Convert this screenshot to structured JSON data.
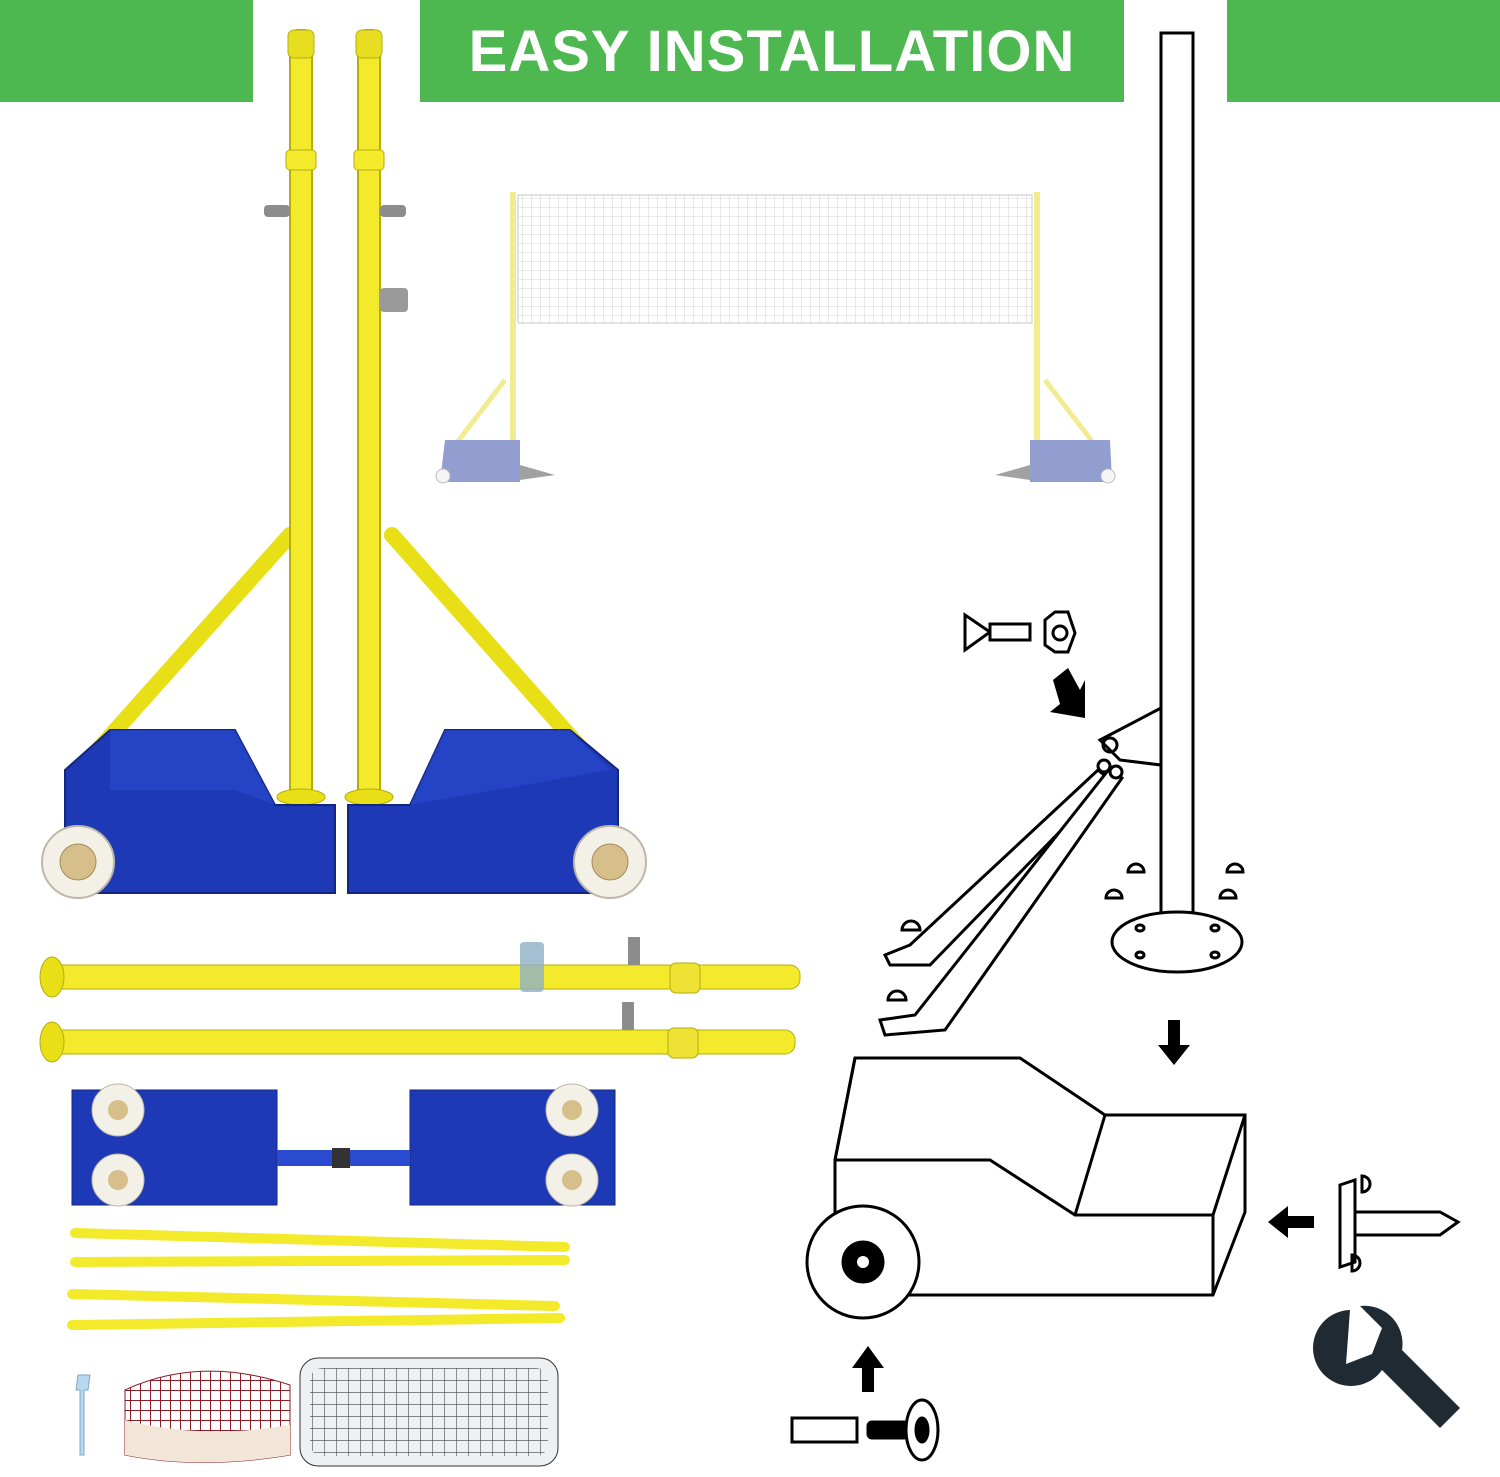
{
  "banner": {
    "title": "EASY INSTALLATION",
    "color": "#4cb84f",
    "text_color": "#ffffff"
  },
  "colors": {
    "pole_yellow": "#f2ea2b",
    "pole_stroke": "#b7ad0a",
    "base_blue": "#1d39b5",
    "base_blue_dark": "#13267e",
    "wheel_white": "#f3f0e8",
    "net_red": "#8a1d26",
    "diagram_ink": "#000000"
  },
  "photo": {
    "assembled_stand": "assembled-badminton-stand",
    "net_preview": "net-stand-preview",
    "parts": [
      "pole-upper-section",
      "pole-lower-section",
      "base-pair-with-wheels",
      "support-rods",
      "wrench",
      "net",
      "storage-bag"
    ]
  },
  "diagram": {
    "icons": [
      "butterfly-bolt-icon",
      "hex-nut-icon",
      "arrow-icon",
      "wrench-icon",
      "bolt-icon",
      "washer-icon",
      "t-bar-pin-icon"
    ]
  }
}
